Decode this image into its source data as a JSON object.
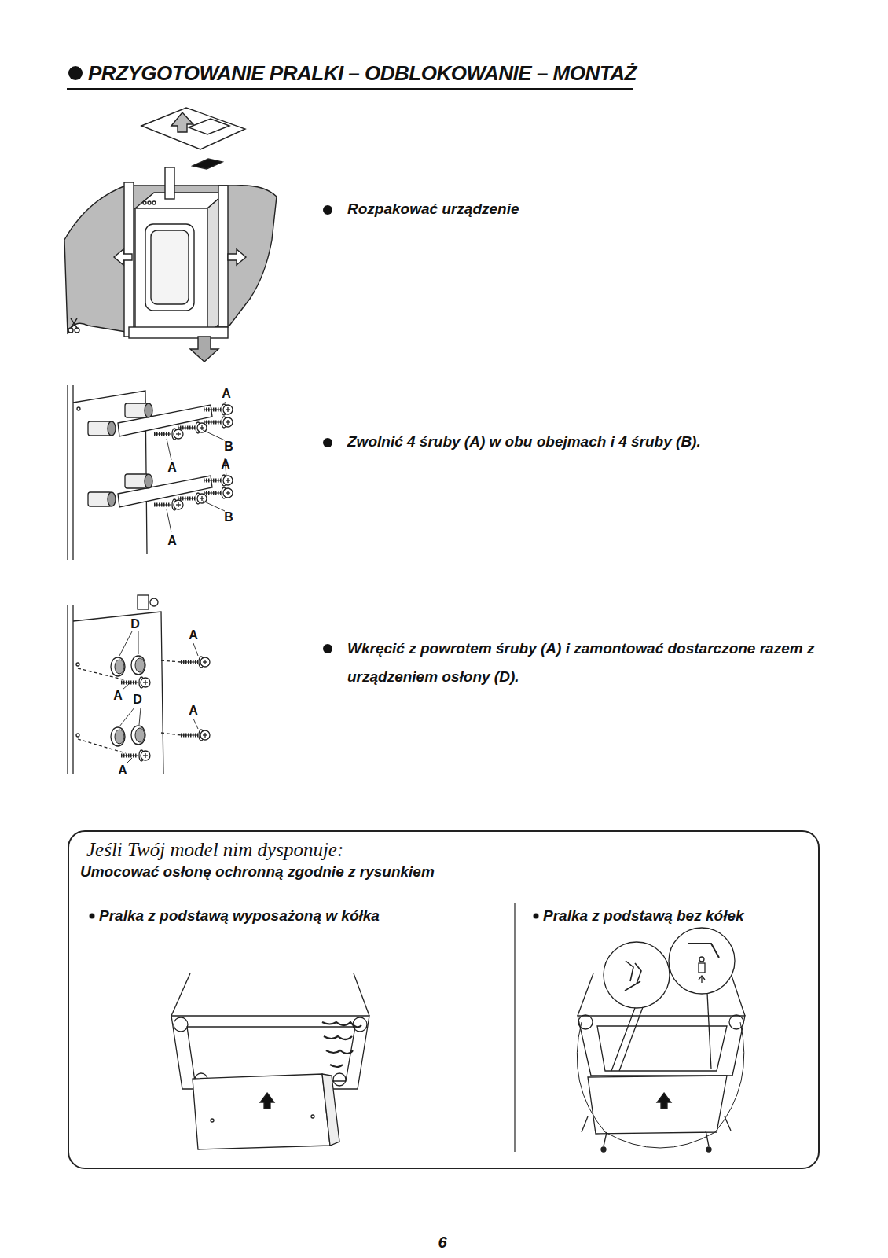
{
  "diagram": {
    "title": "PRZYGOTOWANIE PRALKI – ODBLOKOWANIE – MONTAŻ",
    "nodes": [
      {
        "text": [
          "Jeśli Twój model nim dysponuje:",
          "Umocować osłonę ochronną zgodnie z rysunkiem",
          "Pralka z podstawą wyposażoną w kółka",
          "Pralka z podstawą bez kółek"
        ]
      }
    ],
    "labels": [
      "Rozpakować urządzenie",
      "A",
      "B",
      "A",
      "A",
      "B",
      "A",
      "Zwolnić 4 śruby (A) w obu obejmach i 4 śruby (B).",
      "D",
      "A",
      "A",
      "D",
      "A",
      "A",
      "Wkręcić z powrotem śruby (A) i zamontować dostarczone razem z urządzeniem osłony (D).",
      "6"
    ]
  }
}
